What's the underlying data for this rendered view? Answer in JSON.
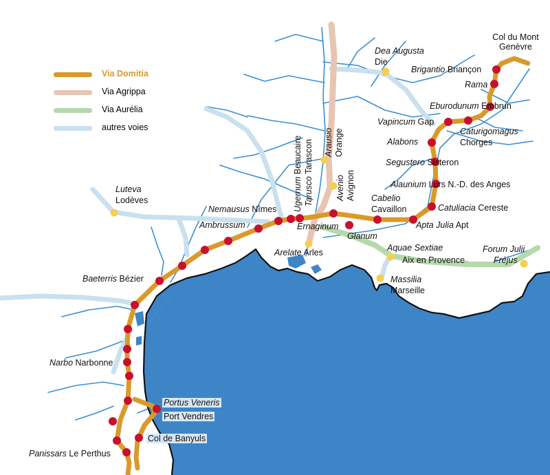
{
  "colors": {
    "sea": "#3d85c6",
    "coast": "#111111",
    "river": "#3a8fd0",
    "domitia": "#d99a2b",
    "agrippa": "#e8c4b3",
    "aurelia": "#b5d9ab",
    "other_roads": "#c9e0ee",
    "station": "#c8102e",
    "town": "#f5d04f",
    "label_highlight": "#d5e6f3"
  },
  "legend": [
    {
      "label": "Via Domitia",
      "color": "#d99a2b",
      "bold": true
    },
    {
      "label": "Via Agrippa",
      "color": "#e8c4b3",
      "bold": false
    },
    {
      "label": "Via Aurélia",
      "color": "#b5d9ab",
      "bold": false
    },
    {
      "label": "autres voies",
      "color": "#c9e0ee",
      "bold": false
    }
  ],
  "places": {
    "col_mont_genevre": {
      "name": "Col du Mont Genèvre"
    },
    "brigantio": {
      "latin": "Brigantio",
      "modern": "Briançon"
    },
    "rama": {
      "latin": "Rama"
    },
    "eburodunum": {
      "latin": "Eburodunum",
      "modern": "Embrun"
    },
    "caturigomagus": {
      "latin": "Caturigomagus",
      "modern": "Chorges"
    },
    "vapincum": {
      "latin": "Vapincum",
      "modern": "Gap"
    },
    "alabons": {
      "latin": "Alabons"
    },
    "segustero": {
      "latin": "Segustero",
      "modern": "Sisteron"
    },
    "alaunium": {
      "latin": "Alaunium",
      "modern": "Lurs N.-D. des Anges"
    },
    "dea_augusta": {
      "latin": "Dea Augusta",
      "modern": "Die"
    },
    "arausio": {
      "latin": "Arausio",
      "modern": "Orange"
    },
    "avenio": {
      "latin": "Avenio",
      "modern": "Avignon"
    },
    "ugernum": {
      "latin": "Ugernum",
      "modern": "Beaucaire"
    },
    "tarusco": {
      "latin": "Tarusco",
      "modern": "Tarascon"
    },
    "cabelio": {
      "latin": "Cabelio",
      "modern": "Cavaillon"
    },
    "catuliacia": {
      "latin": "Catuliacia",
      "modern": "Cereste"
    },
    "apta_julia": {
      "latin": "Apta Julia",
      "modern": "Apt"
    },
    "ernaginum": {
      "latin": "Ernaginum"
    },
    "glanum": {
      "latin": "Glanum"
    },
    "nemausus": {
      "latin": "Nemausus",
      "modern": "Nîmes"
    },
    "ambrussum": {
      "latin": "Ambrussum"
    },
    "luteva": {
      "latin": "Luteva",
      "modern": "Lodèves"
    },
    "arelate": {
      "latin": "Arelate",
      "modern": "Arles"
    },
    "aquae_sextiae": {
      "latin": "Aquae Sextiae",
      "modern": "Aix en Provence"
    },
    "massilia": {
      "latin": "Massilia",
      "modern": "Marseille"
    },
    "forum_julii": {
      "latin": "Forum Julii",
      "modern": "Fréjus"
    },
    "baeterris": {
      "latin": "Baeterris",
      "modern": "Bézier"
    },
    "narbo": {
      "latin": "Narbo",
      "modern": "Narbonne"
    },
    "portus_veneris": {
      "latin": "Portus Veneris",
      "modern": "Port Vendres"
    },
    "col_banyuls": {
      "name": "Col de Banyuls"
    },
    "panissars": {
      "latin": "Panissars",
      "modern": "Le Perthus"
    }
  }
}
